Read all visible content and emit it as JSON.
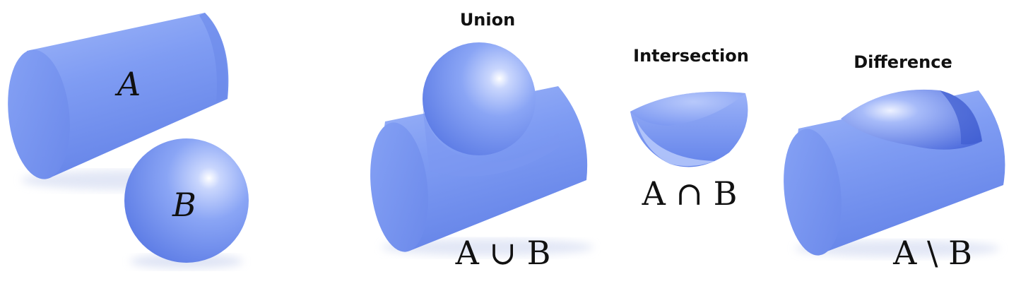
{
  "colors": {
    "shape_light": "#a9bdfa",
    "shape_base": "#7e9bf2",
    "shape_dark": "#5b78e2",
    "text": "#111111",
    "background": "#ffffff"
  },
  "inputs": {
    "cylinder_label": "A",
    "sphere_label": "B"
  },
  "operations": [
    {
      "heading": "Union",
      "expression": "A ∪ B"
    },
    {
      "heading": "Intersection",
      "expression": "A ∩ B"
    },
    {
      "heading": "Difference",
      "expression": "A \\ B"
    }
  ]
}
